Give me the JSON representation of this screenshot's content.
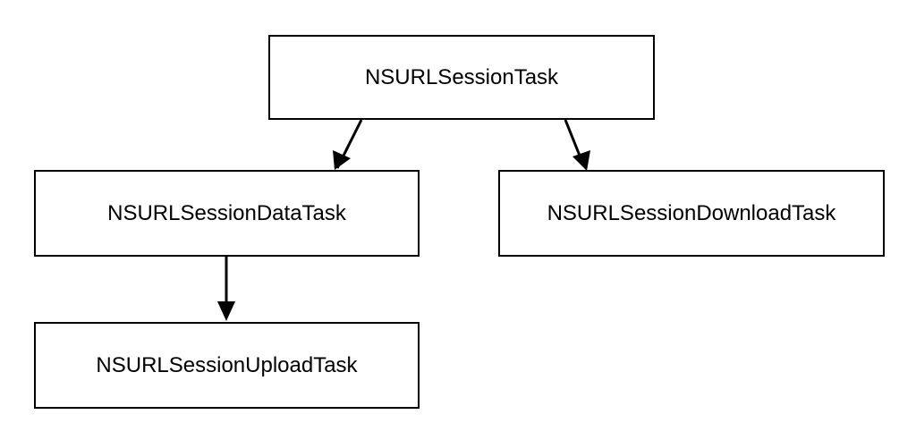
{
  "nodes": {
    "root": {
      "label": "NSURLSessionTask"
    },
    "data_task": {
      "label": "NSURLSessionDataTask"
    },
    "download_task": {
      "label": "NSURLSessionDownloadTask"
    },
    "upload_task": {
      "label": "NSURLSessionUploadTask"
    }
  },
  "edges": [
    {
      "from": "root",
      "to": "data_task"
    },
    {
      "from": "root",
      "to": "download_task"
    },
    {
      "from": "data_task",
      "to": "upload_task"
    }
  ],
  "colors": {
    "stroke": "#000000",
    "background": "#ffffff"
  }
}
